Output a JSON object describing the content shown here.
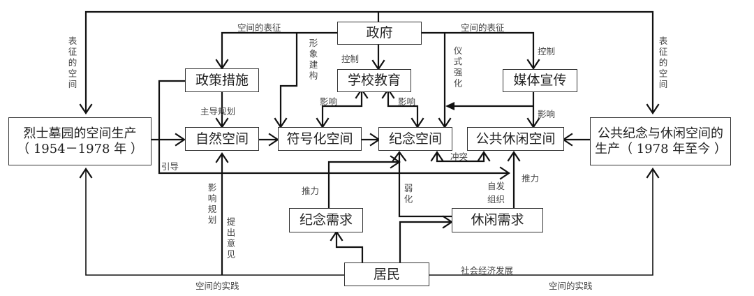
{
  "diagram": {
    "nodes": {
      "left_period": "烈士墓园的空间生产（1954－1978 年）",
      "left_period_line1": "烈士墓园的空间生产",
      "left_period_line2": "（ 1954－1978 年 ）",
      "right_period_line1": "公共纪念与休闲空间的",
      "right_period_line2": "生产（ 1978 年至今 ）",
      "government": "政府",
      "policy": "政策措施",
      "school": "学校教育",
      "media": "媒体宣传",
      "natural_space": "自然空间",
      "symbolic_space": "符号化空间",
      "memorial_space": "纪念空间",
      "public_leisure_space": "公共休闲空间",
      "memorial_demand": "纪念需求",
      "leisure_demand": "休闲需求",
      "residents": "居民"
    },
    "labels": {
      "rep_space_left": "表征的空间",
      "rep_space_right": "表征的空间",
      "space_rep_left": "空间的表征",
      "space_rep_right": "空间的表征",
      "image_construct": "形象建构",
      "control_school": "控制",
      "control_media": "控制",
      "ritual_reinforce": "仪式强化",
      "dominant_planning": "主导规划",
      "influence_school_left": "影响",
      "influence_school_right": "影响",
      "influence_media": "影响",
      "guide": "引导",
      "conflict": "冲突",
      "push_memorial": "推力",
      "push_leisure": "推力",
      "weaken": "弱化",
      "spontaneous_org": "自发组织",
      "influence_planning": "影响规划",
      "propose_opinion": "提出意见",
      "socio_economic": "社会经济发展",
      "spatial_practice_left": "空间的实践",
      "spatial_practice_right": "空间的实践"
    }
  }
}
